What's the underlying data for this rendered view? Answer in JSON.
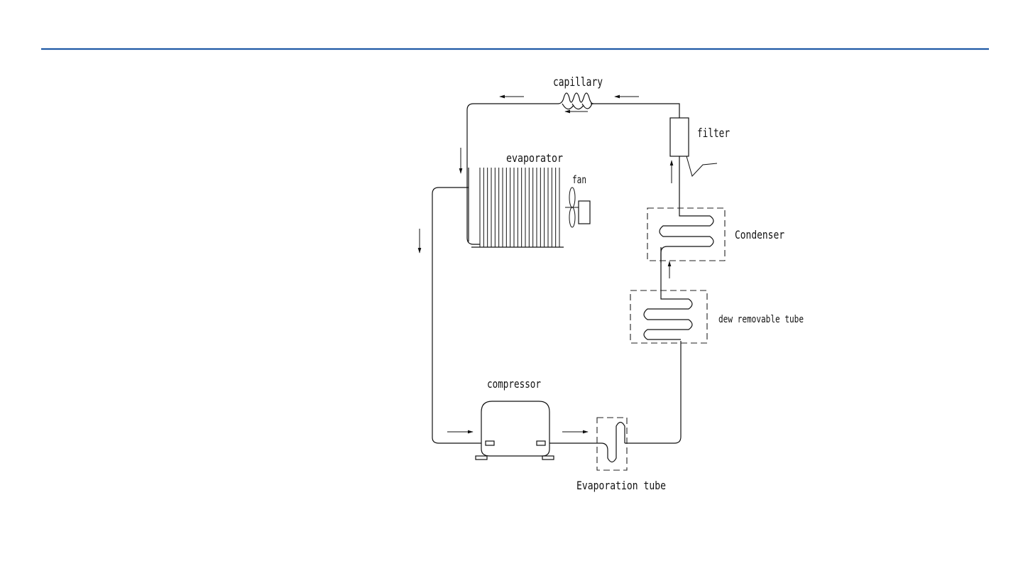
{
  "diagram": {
    "rule_color": "#1f5aa6",
    "labels": {
      "capillary": "capillary",
      "filter": "filter",
      "evaporator": "evaporator",
      "fan": "fan",
      "condenser": "Condenser",
      "dew_tube": "dew removable tube",
      "compressor": "compressor",
      "evap_tube": "Evaporation tube"
    }
  }
}
